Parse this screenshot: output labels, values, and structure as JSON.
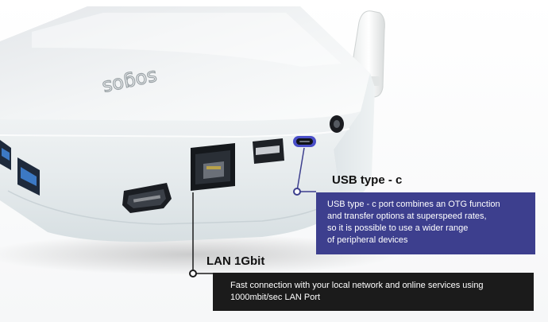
{
  "device": {
    "brand_logo_text": "sogos"
  },
  "callouts": {
    "usb": {
      "title": "USB type - c",
      "lines": [
        "USB type - c port combines an OTG function",
        "and transfer options at superspeed rates,",
        "so it is possible to use a wider range",
        "of peripheral devices"
      ]
    },
    "lan": {
      "title": "LAN 1Gbit",
      "lines": [
        "Fast connection with your local network and online services using",
        "1000mbit/sec LAN Port"
      ]
    }
  },
  "colors": {
    "usb_box": "#3d3f8e",
    "lan_box": "#1b1b1b",
    "usb_port_ring": "#4a4fc8",
    "device_body": "#eef1f3"
  }
}
